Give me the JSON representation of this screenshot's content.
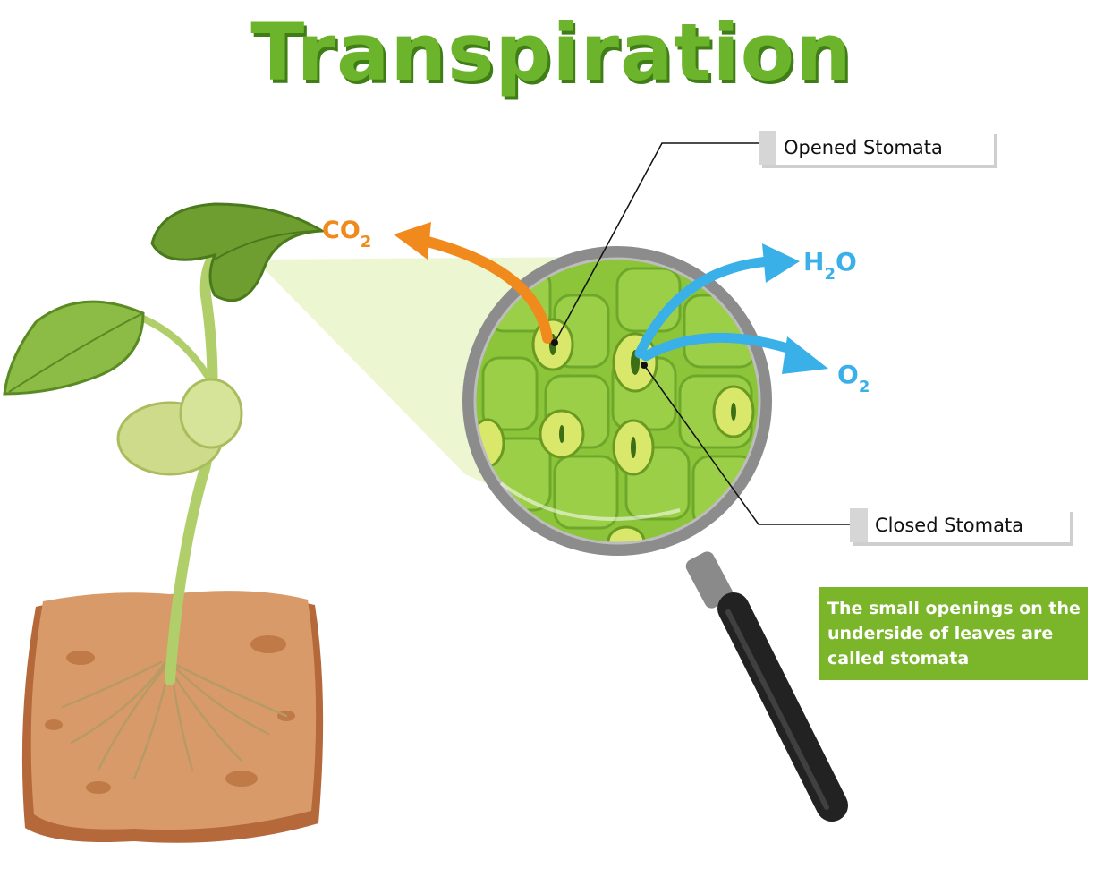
{
  "title": "Transpiration",
  "gases": {
    "co2": {
      "main": "CO",
      "sub": "2",
      "color": "#f08a1c"
    },
    "h2o": {
      "pre": "H",
      "sub": "2",
      "post": "O",
      "color": "#3ab0e8"
    },
    "o2": {
      "main": "O",
      "sub": "2",
      "color": "#3ab0e8"
    }
  },
  "labels": {
    "opened": "Opened Stomata",
    "closed": "Closed Stomata"
  },
  "note": "The small openings on the underside of leaves are called stomata",
  "colors": {
    "title": "#6cb42c",
    "note_bg": "#7bb62a",
    "leaf": "#6a9a2e",
    "soil": "#cc8a5a",
    "cells": "#8cc43a"
  }
}
